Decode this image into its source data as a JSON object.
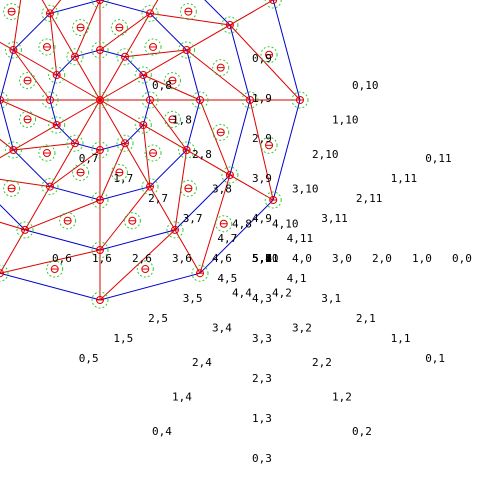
{
  "diagram": {
    "colors": {
      "background": "#ffffff",
      "spoke": "#e00000",
      "ring": "#0000cc",
      "node_marker": "#e00000",
      "node_halo": "#33cc33",
      "label": "#000000"
    },
    "labels": [
      {
        "text": "0,0"
      },
      {
        "text": "0,1"
      },
      {
        "text": "0,2"
      },
      {
        "text": "0,3"
      },
      {
        "text": "0,4"
      },
      {
        "text": "0,5"
      },
      {
        "text": "0,6"
      },
      {
        "text": "0,7"
      },
      {
        "text": "0,8"
      },
      {
        "text": "0,9"
      },
      {
        "text": "0,10"
      },
      {
        "text": "0,11"
      },
      {
        "text": "1,0"
      },
      {
        "text": "1,1"
      },
      {
        "text": "1,2"
      },
      {
        "text": "1,3"
      },
      {
        "text": "1,4"
      },
      {
        "text": "1,5"
      },
      {
        "text": "1,6"
      },
      {
        "text": "1,7"
      },
      {
        "text": "1,8"
      },
      {
        "text": "1,9"
      },
      {
        "text": "1,10"
      },
      {
        "text": "1,11"
      },
      {
        "text": "2,0"
      },
      {
        "text": "2,1"
      },
      {
        "text": "2,2"
      },
      {
        "text": "2,3"
      },
      {
        "text": "2,4"
      },
      {
        "text": "2,5"
      },
      {
        "text": "2,6"
      },
      {
        "text": "2,7"
      },
      {
        "text": "2,8"
      },
      {
        "text": "2,9"
      },
      {
        "text": "2,10"
      },
      {
        "text": "2,11"
      },
      {
        "text": "3,0"
      },
      {
        "text": "3,1"
      },
      {
        "text": "3,2"
      },
      {
        "text": "3,3"
      },
      {
        "text": "3,4"
      },
      {
        "text": "3,5"
      },
      {
        "text": "3,6"
      },
      {
        "text": "3,7"
      },
      {
        "text": "3,8"
      },
      {
        "text": "3,9"
      },
      {
        "text": "3,10"
      },
      {
        "text": "3,11"
      },
      {
        "text": "4,0"
      },
      {
        "text": "4,1"
      },
      {
        "text": "4,2"
      },
      {
        "text": "4,3"
      },
      {
        "text": "4,4"
      },
      {
        "text": "4,5"
      },
      {
        "text": "4,6"
      },
      {
        "text": "4,7"
      },
      {
        "text": "4,8"
      },
      {
        "text": "4,9"
      },
      {
        "text": "4,10"
      },
      {
        "text": "4,11"
      },
      {
        "text": "5,0"
      },
      {
        "text": "5,1"
      },
      {
        "text": "5,2"
      },
      {
        "text": "5,3"
      },
      {
        "text": "5,4"
      },
      {
        "text": "5,5"
      },
      {
        "text": "5,6"
      },
      {
        "text": "5,7"
      },
      {
        "text": "5,8"
      },
      {
        "text": "5,9"
      },
      {
        "text": "5,10"
      },
      {
        "text": "5,11"
      }
    ]
  }
}
